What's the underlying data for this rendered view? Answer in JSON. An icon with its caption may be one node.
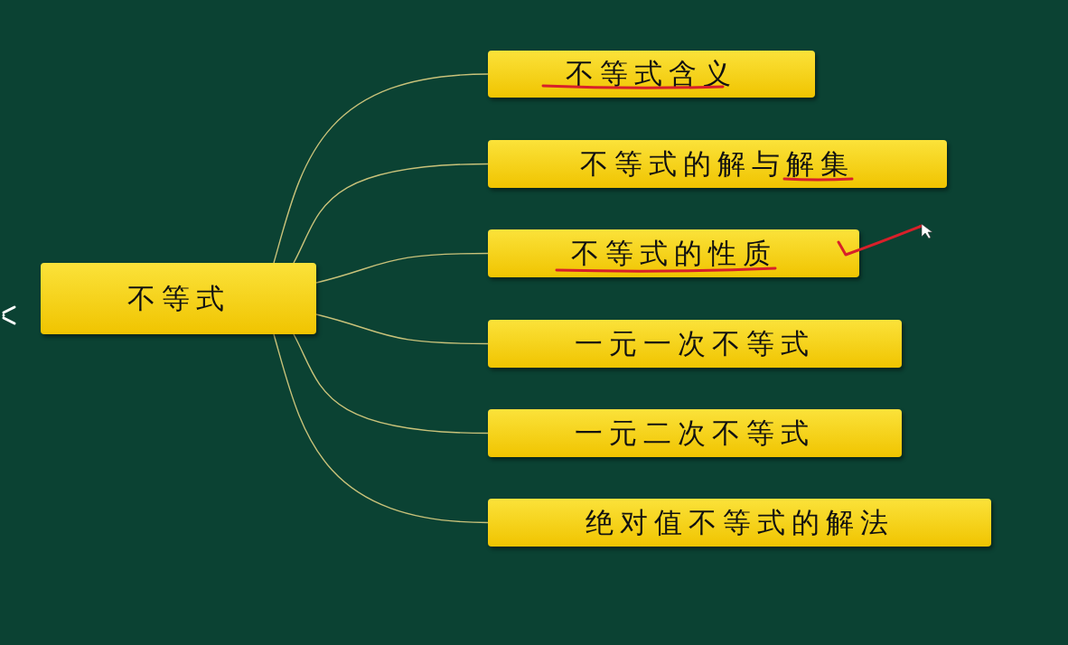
{
  "diagram": {
    "nodes": [
      {
        "text": [
          "不等式"
        ]
      },
      {
        "text": [
          "不等式含义"
        ]
      },
      {
        "text": [
          "不等式的解与解集"
        ]
      },
      {
        "text": [
          "不等式的性质"
        ]
      },
      {
        "text": [
          "一元一次不等式"
        ]
      },
      {
        "text": [
          "一元二次不等式"
        ]
      },
      {
        "text": [
          "绝对值不等式的解法"
        ]
      }
    ],
    "edges": [
      {
        "from": 0,
        "to": 1,
        "arrow": "none"
      },
      {
        "from": 0,
        "to": 2,
        "arrow": "none"
      },
      {
        "from": 0,
        "to": 3,
        "arrow": "none"
      },
      {
        "from": 0,
        "to": 4,
        "arrow": "none"
      },
      {
        "from": 0,
        "to": 5,
        "arrow": "none"
      },
      {
        "from": 0,
        "to": 6,
        "arrow": "none"
      }
    ]
  }
}
